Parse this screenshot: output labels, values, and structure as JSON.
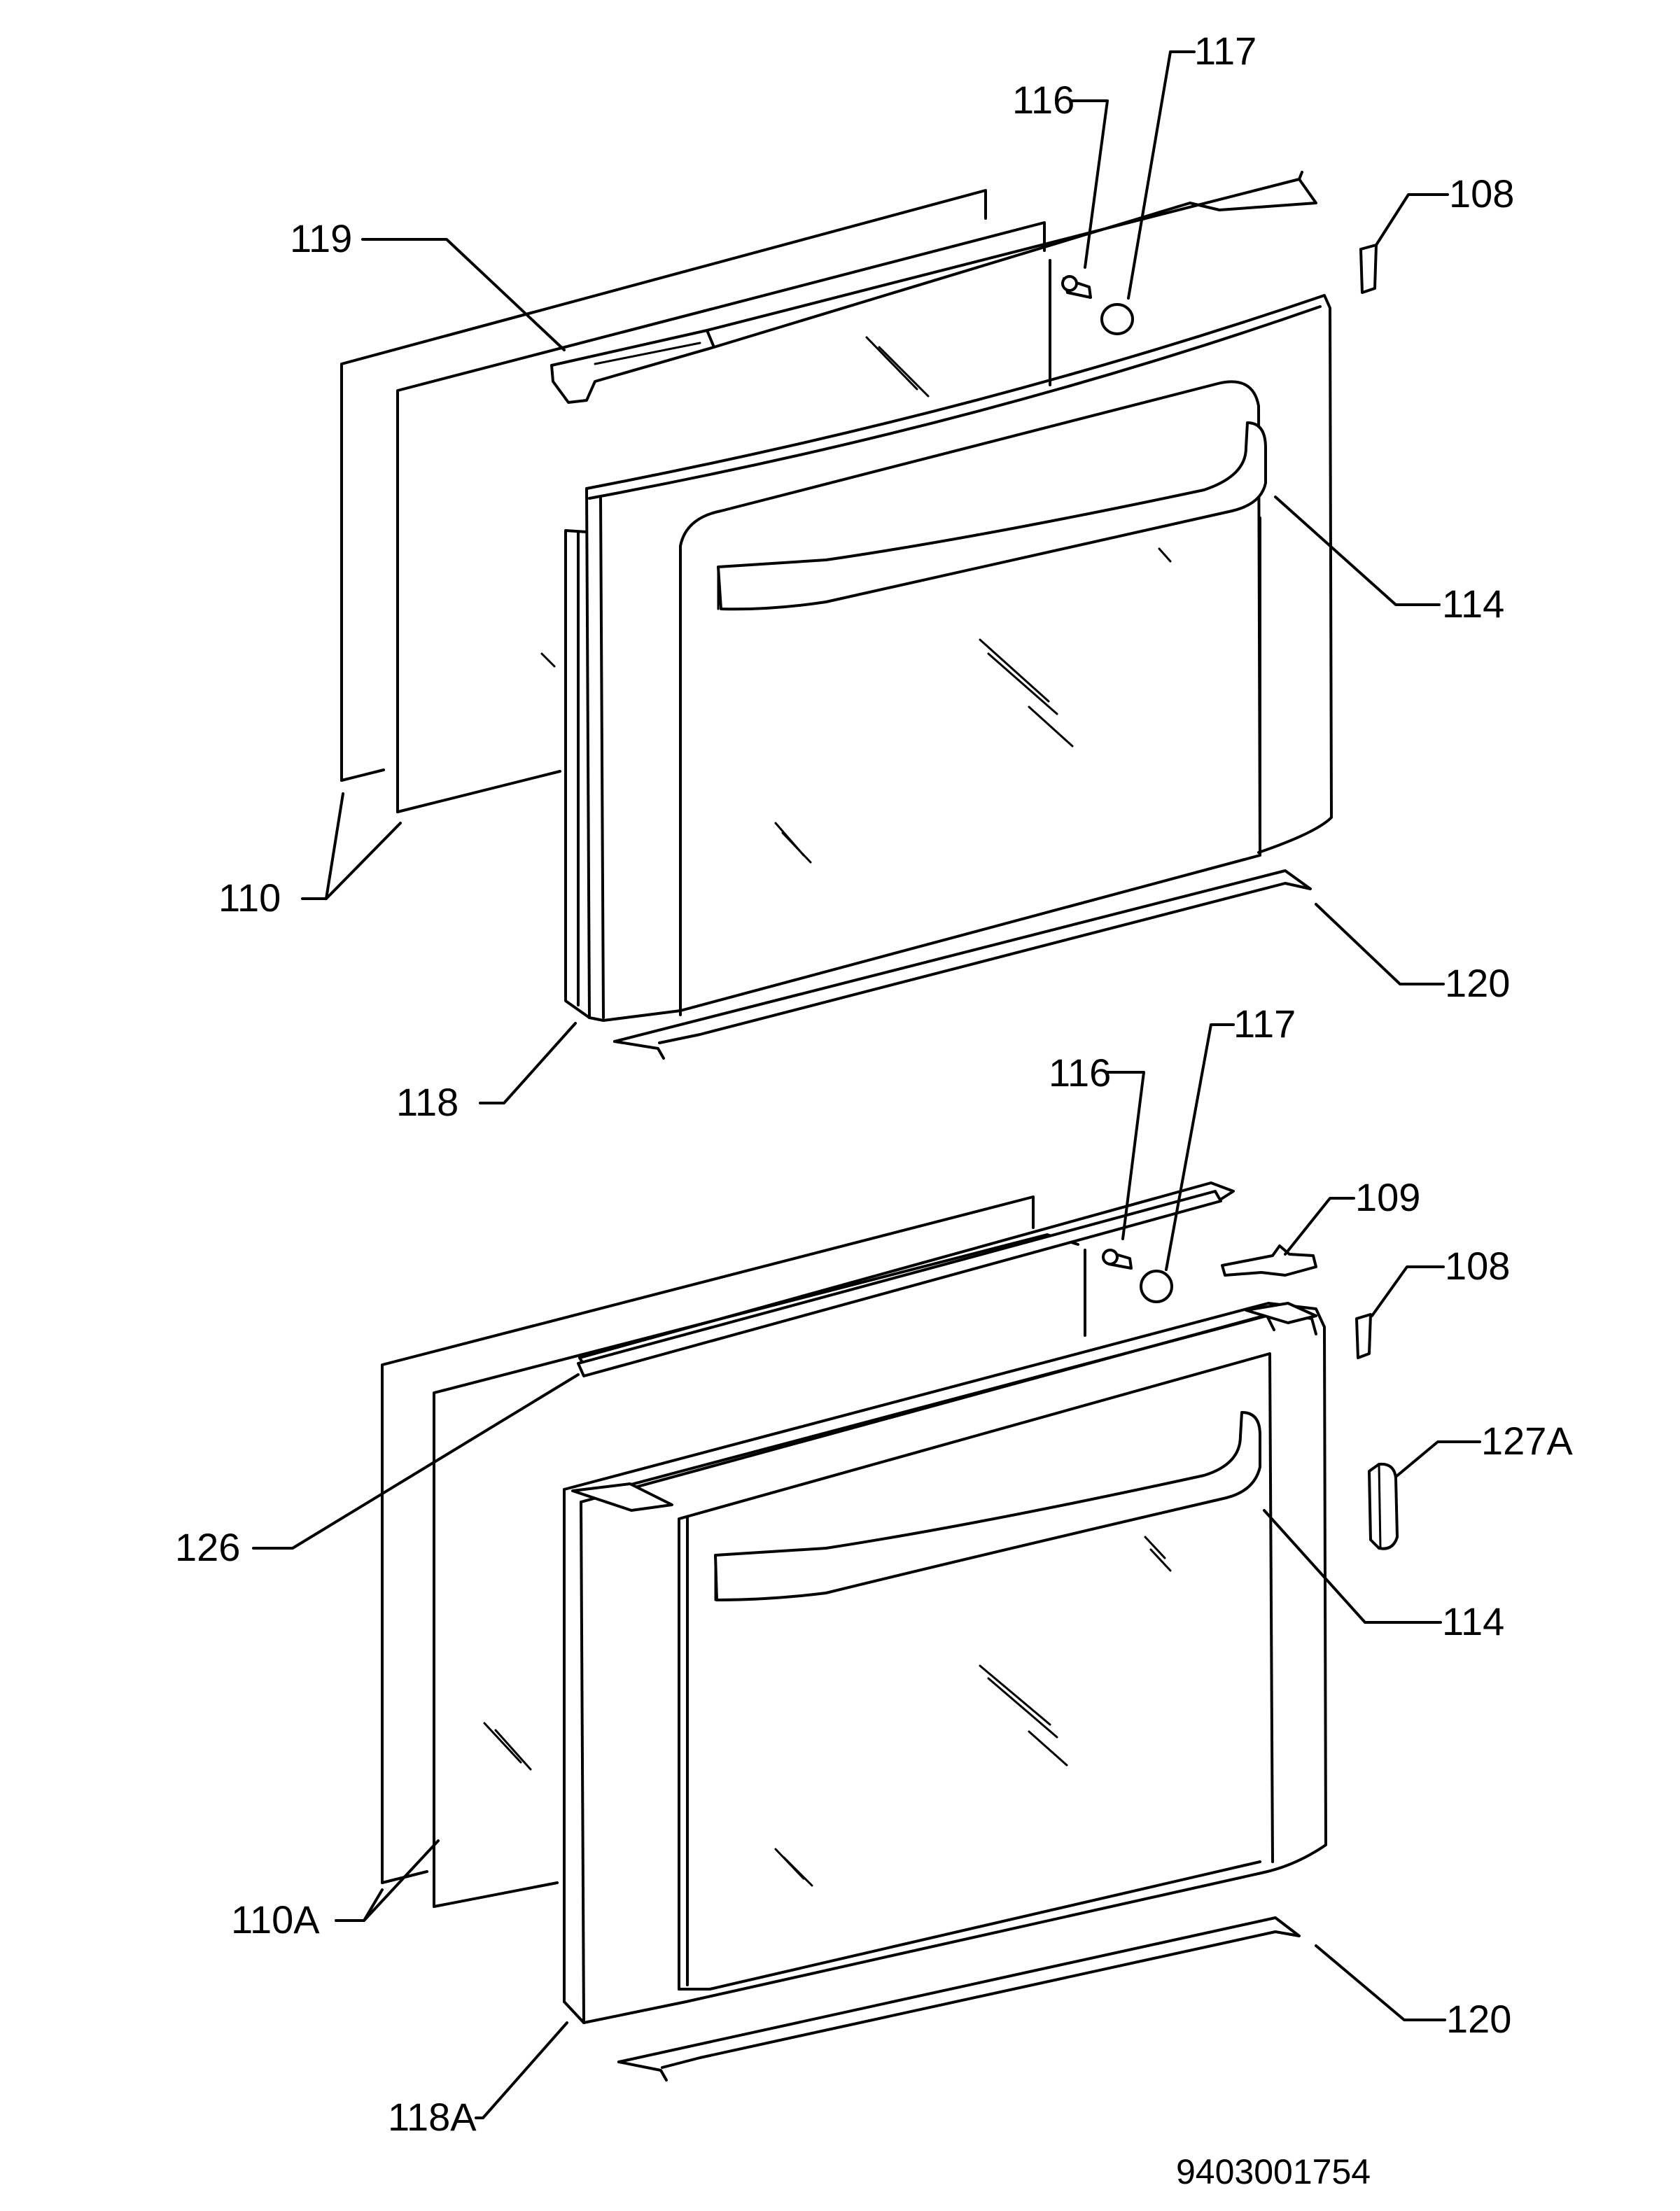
{
  "labels": {
    "u119": "119",
    "u116": "116",
    "u117": "117",
    "u108": "108",
    "u114": "114",
    "u110": "110",
    "u120": "120",
    "u118": "118",
    "l116": "116",
    "l117": "117",
    "l109": "109",
    "l108": "108",
    "l127a": "127A",
    "l126": "126",
    "l114": "114",
    "l110a": "110A",
    "l120": "120",
    "l118a": "118A"
  },
  "drawing_number": "9403001754"
}
